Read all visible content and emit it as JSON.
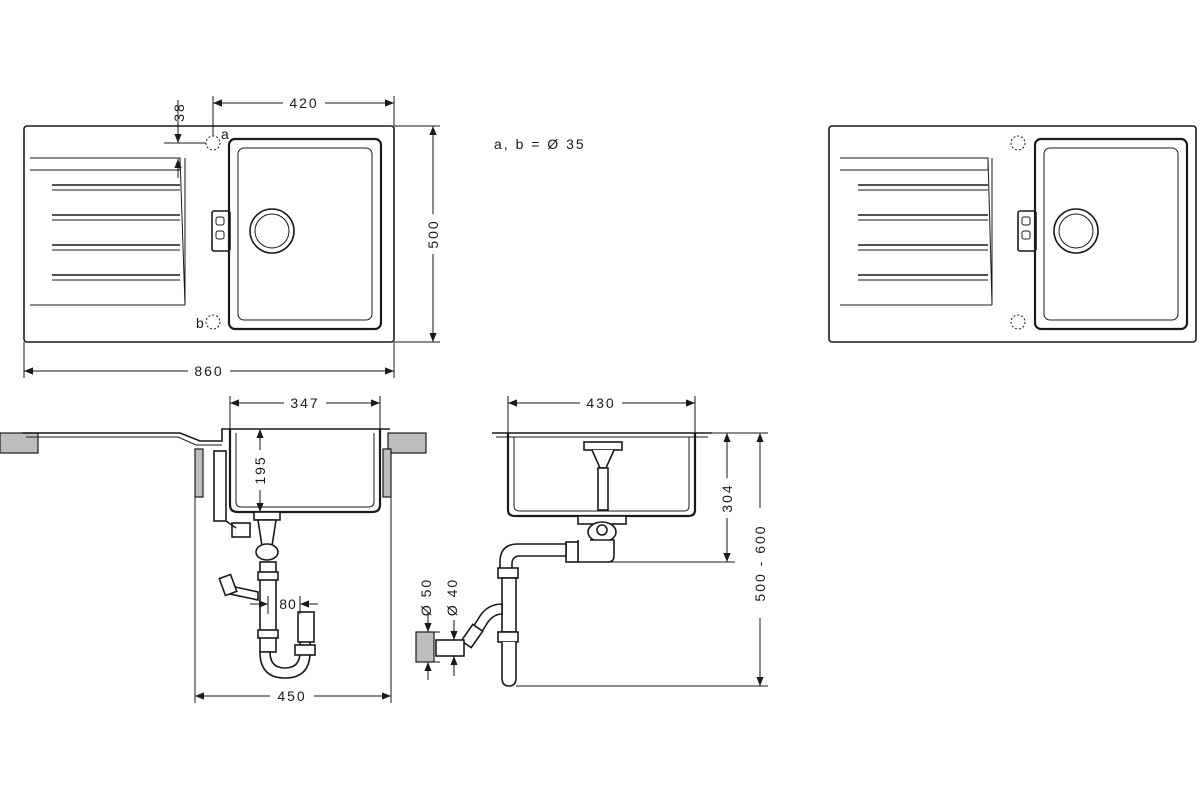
{
  "dimensions": {
    "top_view": {
      "overall_width": "860",
      "bowl_width": "420",
      "depth": "500",
      "hole_offset": "38",
      "hole_a": "a",
      "hole_b": "b"
    },
    "hole_note": "a, b = Ø 35",
    "side_section": {
      "bowl_width": "347",
      "bowl_depth": "195",
      "trap_offset": "80",
      "cabinet_width": "450"
    },
    "front_section": {
      "bowl_width": "430",
      "drain_height": "304",
      "install_height": "500 - 600",
      "pipe_d50": "Ø 50",
      "pipe_d40": "Ø 40"
    }
  },
  "colors": {
    "line": "#1a1a1a",
    "hatch": "#bdbdbd",
    "background": "#ffffff"
  }
}
